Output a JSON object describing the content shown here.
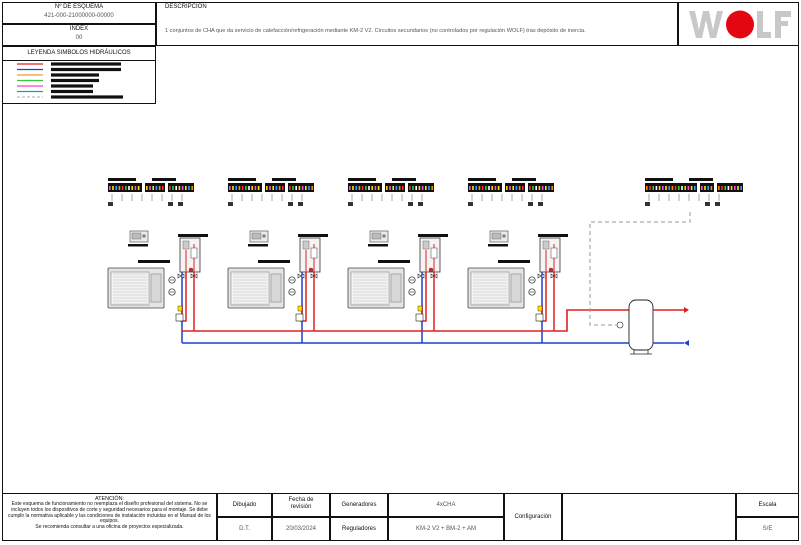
{
  "header": {
    "scheme_label": "Nº DE ESQUEMA",
    "scheme_number": "421-000-21000000-00000",
    "index_label": "INDEX",
    "index_value": "00",
    "description_label": "DESCRIPCIÓN",
    "description_text": "1 conjuntos de CHA que da servicio de  calefacción/refrigeración mediante KM-2 V2. Circuitos secundarios (no controlados por regulación WOLF) tras depósito de inercia.",
    "legend_title": "LEYENDA SIMBOLOS HIDRÁULICOS",
    "logo_text": "WOLF"
  },
  "legend": {
    "colors": [
      "#e02020",
      "#1f3fd0",
      "#ff9a1a",
      "#39c83a",
      "#ff3fd0",
      "#1a9ad0",
      "#bdbdbd"
    ]
  },
  "footer": {
    "attention_title": "ATENCIÓN:",
    "attention_text": "Este esquema de funcionamiento no reemplaza el diseño profesional del sistema. No se incluyen todos los dispositivos de corte y seguridad necesarios para el montaje. Se debe cumplir la normativa aplicable y las condiciones de instalación incluidas en el Manual de los equipos.",
    "attention_note": "Se recomienda consultar a una oficina de proyectos especializada.",
    "drawn_label": "Dibujado",
    "drawn_value": "D.T.",
    "revision_label": "Fecha de revisión",
    "revision_value": "20/03/2024",
    "generators_label": "Generadores",
    "generators_value": "4xCHA",
    "regulators_label": "Reguladores",
    "regulators_value": "KM-2 V2 + BM-2 + AM",
    "config_label": "Configuración",
    "scale_label": "Escala",
    "scale_value": "S/E"
  },
  "colors": {
    "supply": "#e02020",
    "return": "#1f3fd0",
    "signal": "#9a9a9a",
    "brand": "#e30613"
  }
}
